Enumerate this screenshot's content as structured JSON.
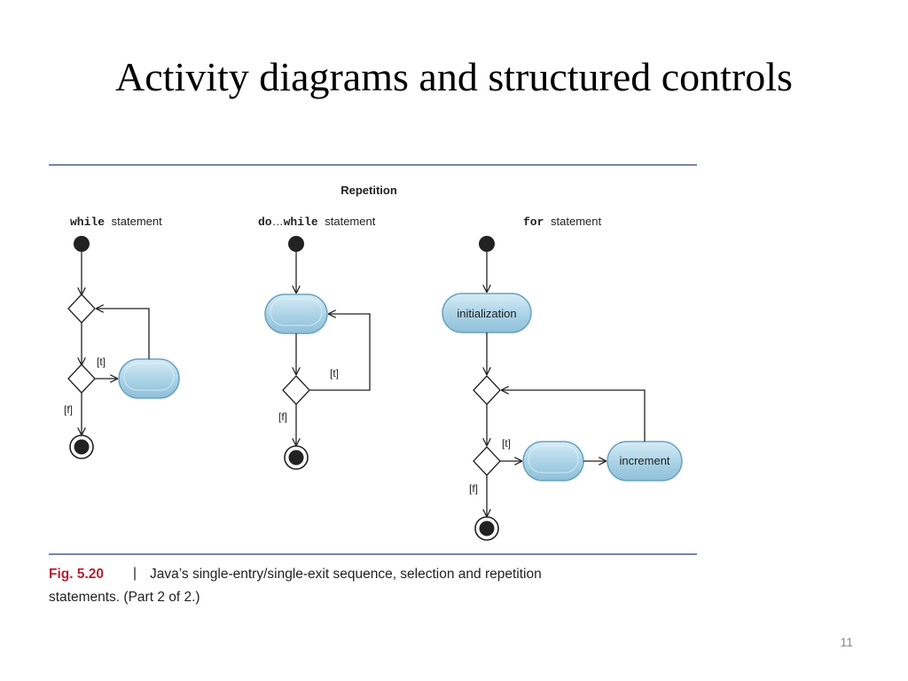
{
  "slide": {
    "title": "Activity diagrams and structured controls",
    "page_number": "11"
  },
  "figure": {
    "heading": "Repetition",
    "while": {
      "keyword": "while",
      "caption": "statement",
      "guard_true": "[t]",
      "guard_false": "[f]"
    },
    "do_while": {
      "keyword_do": "do",
      "ellipsis": "…",
      "keyword_while": "while",
      "caption": "statement",
      "guard_true": "[t]",
      "guard_false": "[f]"
    },
    "for": {
      "keyword": "for",
      "caption": "statement",
      "init_label": "initialization",
      "increment_label": "increment",
      "guard_true": "[t]",
      "guard_false": "[f]"
    },
    "caption": {
      "fig_label": "Fig. 5.20",
      "separator": "|",
      "line1": "Java’s single-entry/single-exit sequence, selection and repetition",
      "line2": "statements. (Part 2 of 2.)"
    }
  },
  "colors": {
    "rule": "#4a5a8a",
    "fig_label": "#b22234",
    "action_fill": "#a9d2e6",
    "action_stroke": "#6aa2bf",
    "line": "#222222"
  }
}
